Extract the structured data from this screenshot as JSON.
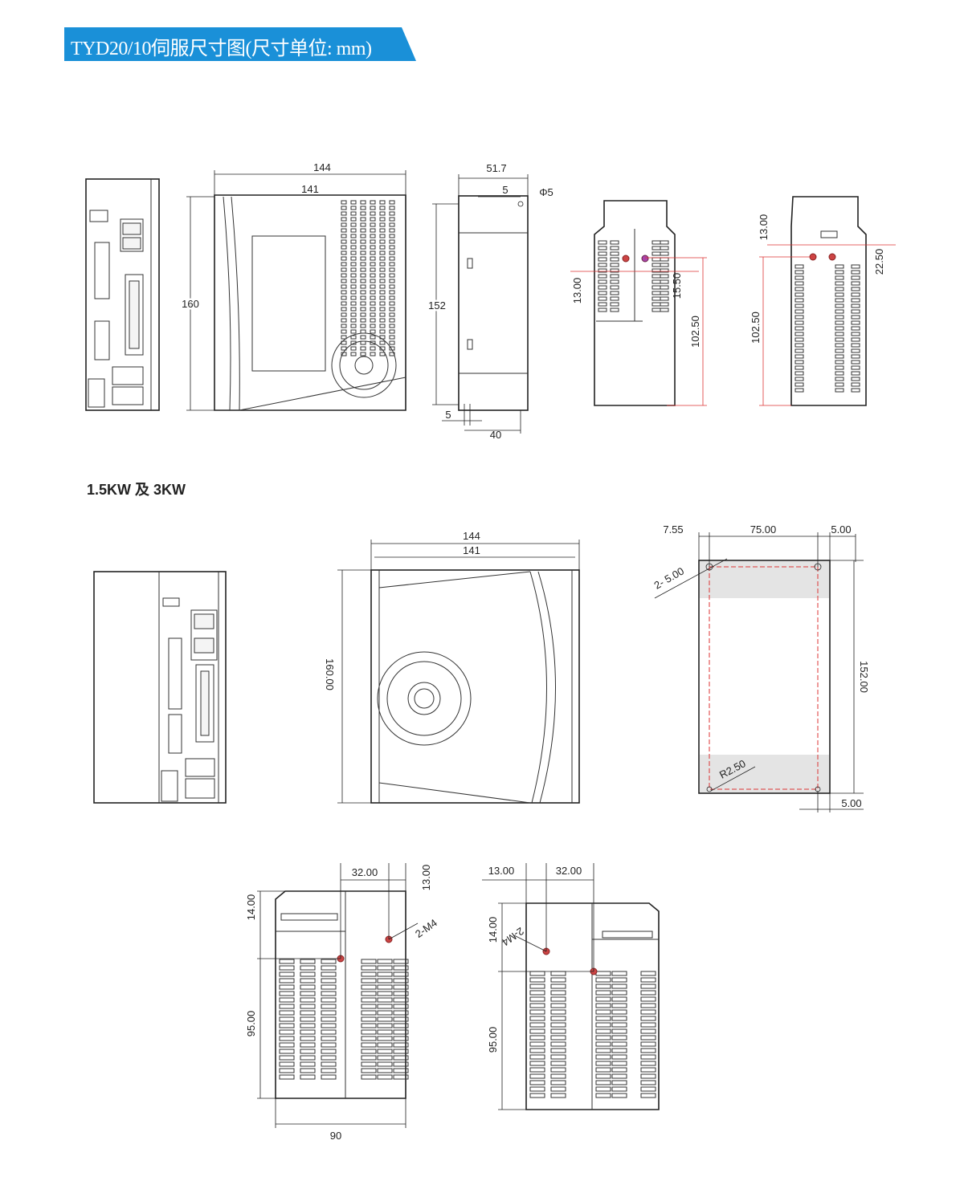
{
  "header": {
    "title": "TYD20/10伺服尺寸图(尺寸单位: mm)",
    "color": "#1a90d8"
  },
  "section2": {
    "title": "1.5KW 及 3KW"
  },
  "small_model": {
    "side_view": {
      "width_outer": "144",
      "width_inner": "141",
      "height": "160"
    },
    "rear_view": {
      "depth": "51.7",
      "offset_top": "5",
      "hole": "Φ5",
      "height": "152",
      "offset_bottom": "5",
      "bottom_width": "40"
    },
    "mount_view_1": {
      "d1": "13.00",
      "d2": "15.50",
      "d3": "102.50"
    },
    "mount_view_2": {
      "d1": "13.00",
      "d2": "22.50",
      "d3": "102.50"
    }
  },
  "large_model": {
    "side_view": {
      "width_outer": "144",
      "width_inner": "141",
      "height": "160.00"
    },
    "mount_plate": {
      "left": "7.55",
      "span": "75.00",
      "right": "5.00",
      "holes": "2- 5.00",
      "height": "152.00",
      "radius": "R2.50",
      "bottom": "5.00"
    },
    "rear_view_1": {
      "span": "32.00",
      "top": "13.00",
      "hole_offset": "14.00",
      "screws": "2-M4",
      "height": "95.00",
      "width": "90"
    },
    "rear_view_2": {
      "offset": "13.00",
      "span": "32.00",
      "hole_offset": "14.00",
      "screws": "2-M4",
      "height": "95.00"
    }
  }
}
